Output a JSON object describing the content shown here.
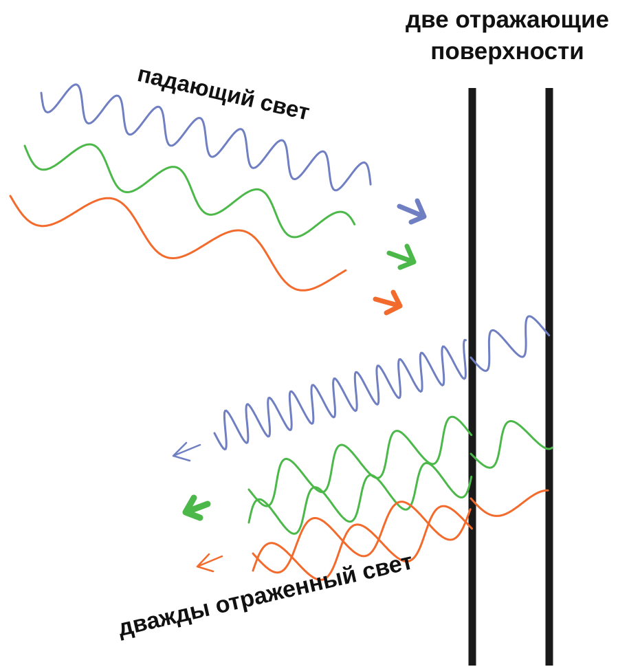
{
  "labels": {
    "surfaces_line1": "две отражающие",
    "surfaces_line2": "поверхности",
    "incident": "падающий свет",
    "reflected": "дважды отраженный свет"
  },
  "colors": {
    "blue": "#6f7fc2",
    "green": "#4cb84a",
    "orange": "#f26a2c",
    "surface": "#1a1a1a"
  },
  "icons": {
    "incident_arrow": "arrow-right-down-icon",
    "reflected_arrow": "arrow-left-icon"
  }
}
